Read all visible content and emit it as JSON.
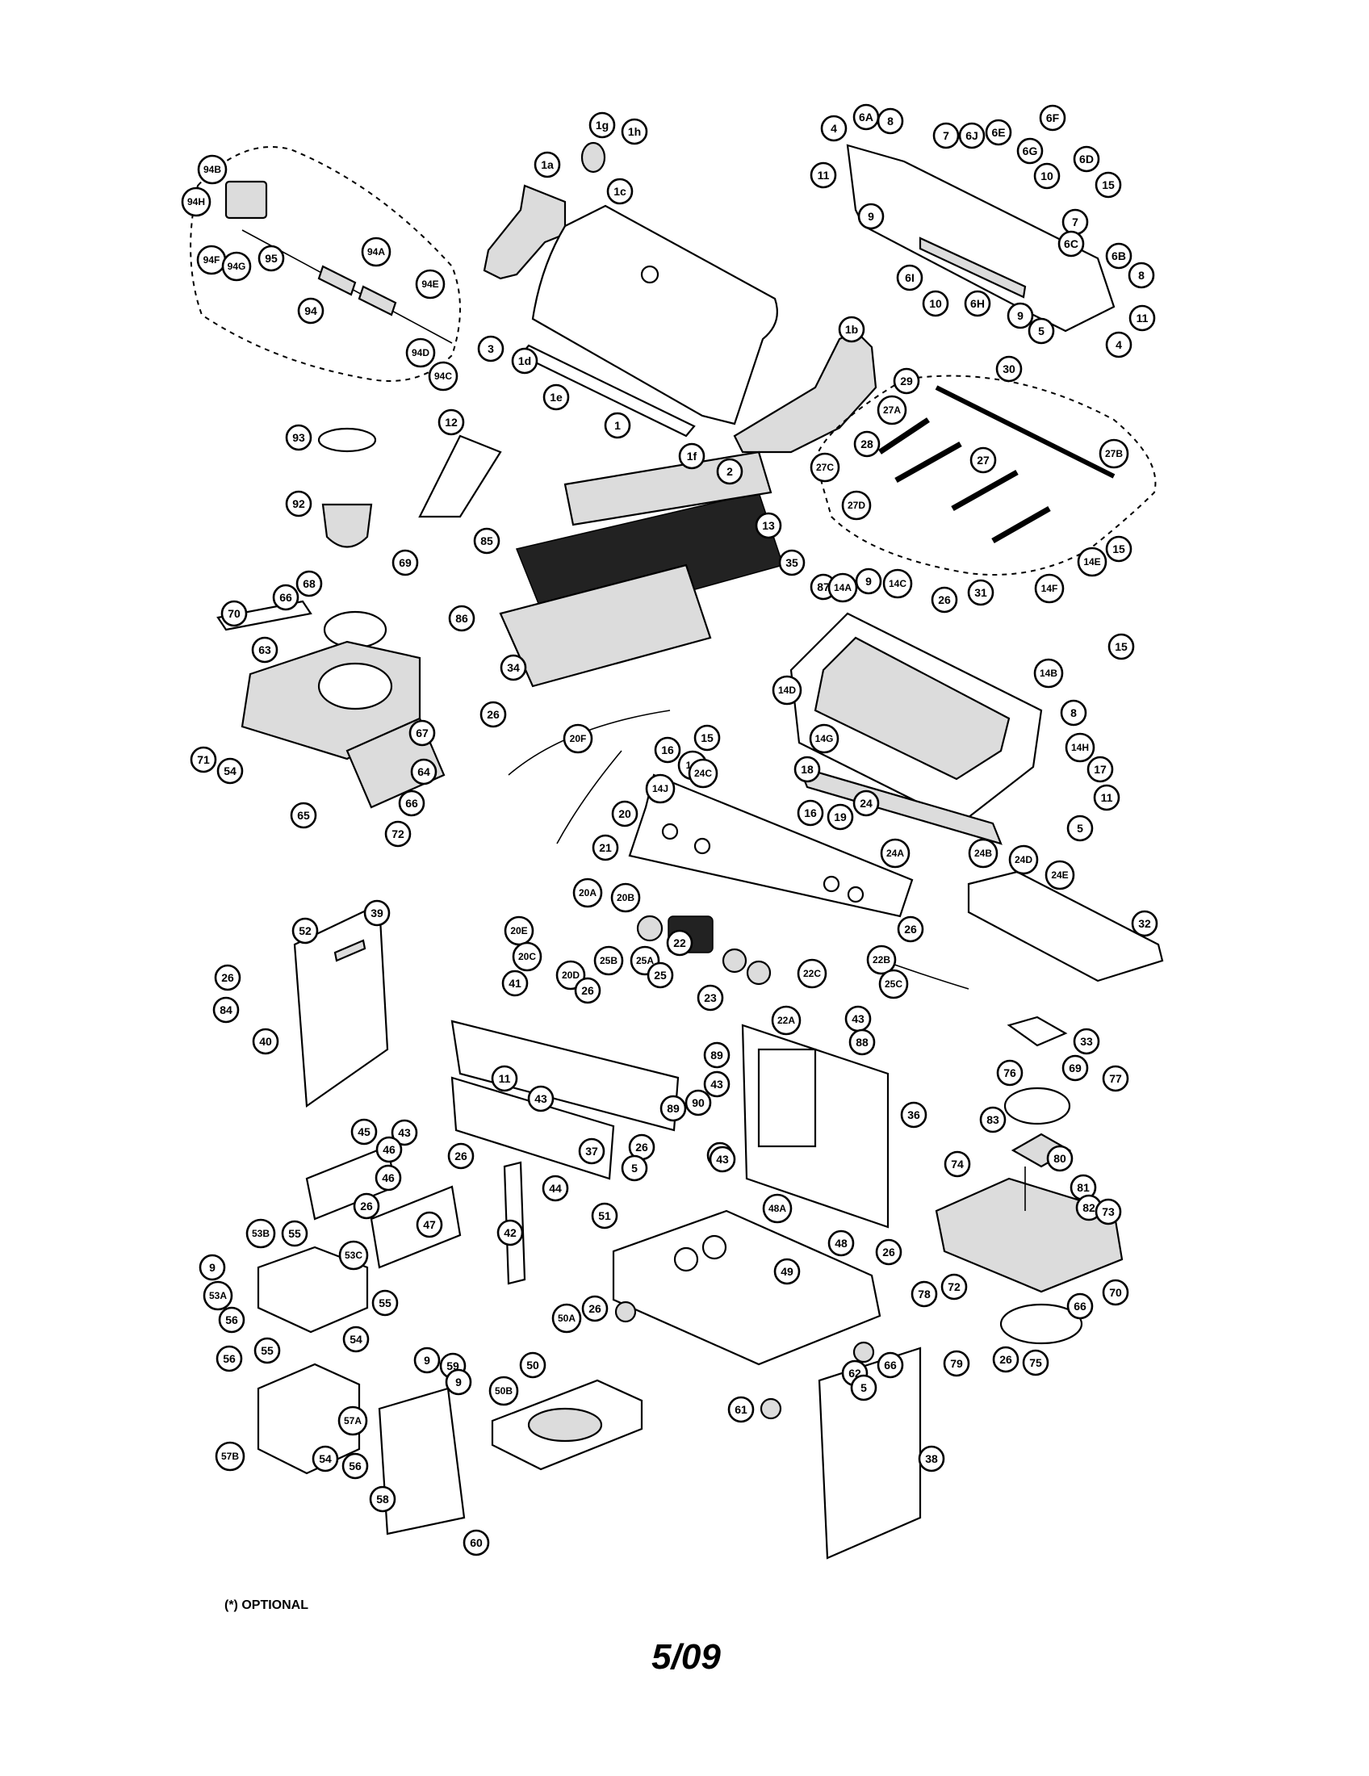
{
  "footer": {
    "optional_note": "(*) OPTIONAL",
    "date_code": "5/09"
  },
  "callouts": [
    {
      "label": "1g"
    },
    {
      "label": "1h"
    },
    {
      "label": "1a"
    },
    {
      "label": "1c"
    },
    {
      "label": "1d"
    },
    {
      "label": "1e"
    },
    {
      "label": "1"
    },
    {
      "label": "1f"
    },
    {
      "label": "1b"
    },
    {
      "label": "2"
    },
    {
      "label": "3"
    },
    {
      "label": "94B"
    },
    {
      "label": "94H"
    },
    {
      "label": "94F"
    },
    {
      "label": "94G"
    },
    {
      "label": "95"
    },
    {
      "label": "94A"
    },
    {
      "label": "94E"
    },
    {
      "label": "94"
    },
    {
      "label": "94D"
    },
    {
      "label": "94C"
    },
    {
      "label": "4"
    },
    {
      "label": "6A"
    },
    {
      "label": "8"
    },
    {
      "label": "6F"
    },
    {
      "label": "7"
    },
    {
      "label": "6J"
    },
    {
      "label": "6E"
    },
    {
      "label": "6G"
    },
    {
      "label": "6D"
    },
    {
      "label": "11"
    },
    {
      "label": "10"
    },
    {
      "label": "15"
    },
    {
      "label": "9"
    },
    {
      "label": "7"
    },
    {
      "label": "6C"
    },
    {
      "label": "6B"
    },
    {
      "label": "6I"
    },
    {
      "label": "10"
    },
    {
      "label": "6H"
    },
    {
      "label": "9"
    },
    {
      "label": "5"
    },
    {
      "label": "8"
    },
    {
      "label": "11"
    },
    {
      "label": "4"
    },
    {
      "label": "29"
    },
    {
      "label": "30"
    },
    {
      "label": "27A"
    },
    {
      "label": "28"
    },
    {
      "label": "27C"
    },
    {
      "label": "27"
    },
    {
      "label": "27B"
    },
    {
      "label": "27D"
    },
    {
      "label": "93"
    },
    {
      "label": "92"
    },
    {
      "label": "12"
    },
    {
      "label": "13"
    },
    {
      "label": "85"
    },
    {
      "label": "35"
    },
    {
      "label": "86"
    },
    {
      "label": "34"
    },
    {
      "label": "69"
    },
    {
      "label": "68"
    },
    {
      "label": "70"
    },
    {
      "label": "66"
    },
    {
      "label": "63"
    },
    {
      "label": "26"
    },
    {
      "label": "67"
    },
    {
      "label": "71"
    },
    {
      "label": "54"
    },
    {
      "label": "64"
    },
    {
      "label": "66"
    },
    {
      "label": "65"
    },
    {
      "label": "72"
    },
    {
      "label": "87"
    },
    {
      "label": "14A"
    },
    {
      "label": "9"
    },
    {
      "label": "14C"
    },
    {
      "label": "26"
    },
    {
      "label": "31"
    },
    {
      "label": "14E"
    },
    {
      "label": "15"
    },
    {
      "label": "14F"
    },
    {
      "label": "15"
    },
    {
      "label": "14B"
    },
    {
      "label": "14D"
    },
    {
      "label": "8"
    },
    {
      "label": "14H"
    },
    {
      "label": "17"
    },
    {
      "label": "11"
    },
    {
      "label": "5"
    },
    {
      "label": "20F"
    },
    {
      "label": "16"
    },
    {
      "label": "15"
    },
    {
      "label": "14I"
    },
    {
      "label": "14G"
    },
    {
      "label": "24C"
    },
    {
      "label": "14J"
    },
    {
      "label": "18"
    },
    {
      "label": "24"
    },
    {
      "label": "16"
    },
    {
      "label": "19"
    },
    {
      "label": "24A"
    },
    {
      "label": "20"
    },
    {
      "label": "21"
    },
    {
      "label": "24B"
    },
    {
      "label": "24D"
    },
    {
      "label": "24E"
    },
    {
      "label": "20A"
    },
    {
      "label": "20B"
    },
    {
      "label": "22"
    },
    {
      "label": "26"
    },
    {
      "label": "32"
    },
    {
      "label": "20E"
    },
    {
      "label": "20C"
    },
    {
      "label": "25B"
    },
    {
      "label": "25A"
    },
    {
      "label": "25"
    },
    {
      "label": "20D"
    },
    {
      "label": "23"
    },
    {
      "label": "22B"
    },
    {
      "label": "22C"
    },
    {
      "label": "25C"
    },
    {
      "label": "22A"
    },
    {
      "label": "43"
    },
    {
      "label": "88"
    },
    {
      "label": "33"
    },
    {
      "label": "52"
    },
    {
      "label": "39"
    },
    {
      "label": "26"
    },
    {
      "label": "84"
    },
    {
      "label": "40"
    },
    {
      "label": "41"
    },
    {
      "label": "26"
    },
    {
      "label": "11"
    },
    {
      "label": "43"
    },
    {
      "label": "26"
    },
    {
      "label": "37"
    },
    {
      "label": "5"
    },
    {
      "label": "44"
    },
    {
      "label": "42"
    },
    {
      "label": "89"
    },
    {
      "label": "69"
    },
    {
      "label": "77"
    },
    {
      "label": "43"
    },
    {
      "label": "90"
    },
    {
      "label": "76"
    },
    {
      "label": "89"
    },
    {
      "label": "36"
    },
    {
      "label": "91"
    },
    {
      "label": "43"
    },
    {
      "label": "83"
    },
    {
      "label": "74"
    },
    {
      "label": "80"
    },
    {
      "label": "81"
    },
    {
      "label": "82"
    },
    {
      "label": "73"
    },
    {
      "label": "26"
    },
    {
      "label": "70"
    },
    {
      "label": "43"
    },
    {
      "label": "45"
    },
    {
      "label": "46"
    },
    {
      "label": "26"
    },
    {
      "label": "46"
    },
    {
      "label": "26"
    },
    {
      "label": "47"
    },
    {
      "label": "53B"
    },
    {
      "label": "55"
    },
    {
      "label": "53C"
    },
    {
      "label": "9"
    },
    {
      "label": "53A"
    },
    {
      "label": "55"
    },
    {
      "label": "56"
    },
    {
      "label": "54"
    },
    {
      "label": "51"
    },
    {
      "label": "48A"
    },
    {
      "label": "48"
    },
    {
      "label": "49"
    },
    {
      "label": "26"
    },
    {
      "label": "50A"
    },
    {
      "label": "50"
    },
    {
      "label": "50B"
    },
    {
      "label": "62"
    },
    {
      "label": "5"
    },
    {
      "label": "66"
    },
    {
      "label": "61"
    },
    {
      "label": "78"
    },
    {
      "label": "72"
    },
    {
      "label": "66"
    },
    {
      "label": "79"
    },
    {
      "label": "26"
    },
    {
      "label": "75"
    },
    {
      "label": "55"
    },
    {
      "label": "9"
    },
    {
      "label": "59"
    },
    {
      "label": "9"
    },
    {
      "label": "56"
    },
    {
      "label": "57A"
    },
    {
      "label": "57B"
    },
    {
      "label": "54"
    },
    {
      "label": "56"
    },
    {
      "label": "58"
    },
    {
      "label": "60"
    },
    {
      "label": "38"
    }
  ]
}
